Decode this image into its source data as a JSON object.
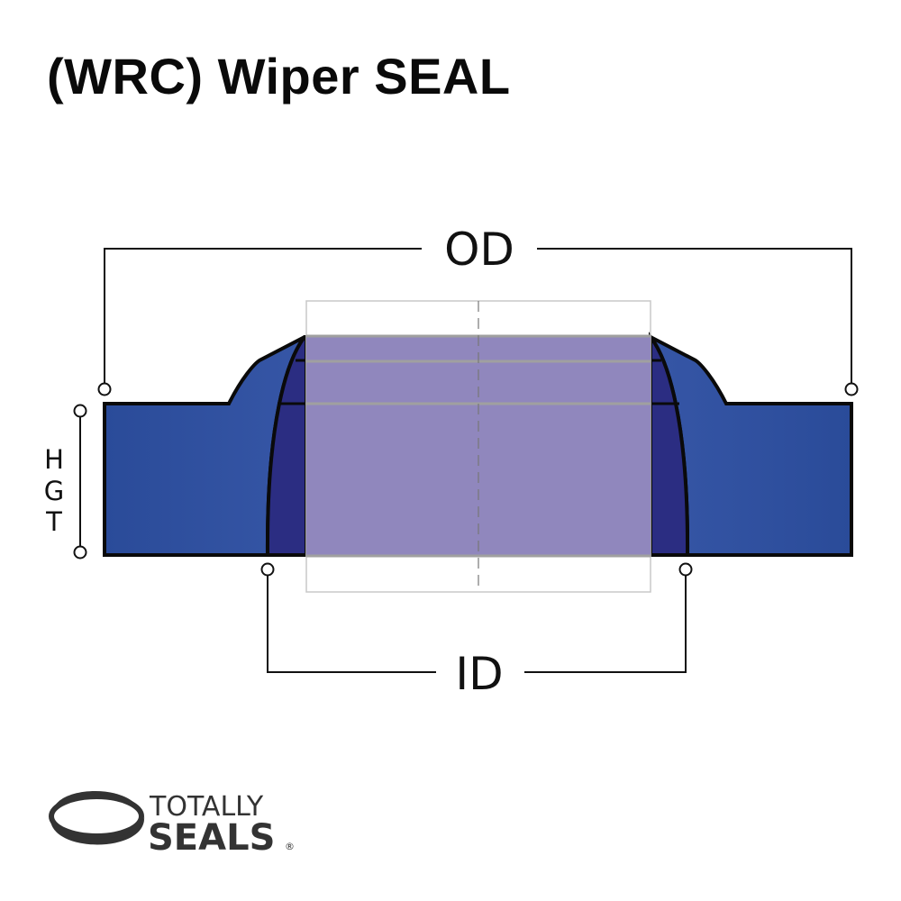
{
  "title": "(WRC) Wiper SEAL",
  "dimensions": {
    "outer_diameter": "OD",
    "inner_diameter": "ID",
    "height": [
      "H",
      "G",
      "T"
    ]
  },
  "logo": {
    "line1": "TOTALLY",
    "line2": "SEALS",
    "registered": "®"
  },
  "colors": {
    "seal_body": "#2e4f9e",
    "seal_inner": "#2b2d82",
    "rod_overlay": "#9087bd",
    "outline": "#0a0a0a",
    "guide_lines": "#c8c8c8",
    "logo": "#333333"
  }
}
